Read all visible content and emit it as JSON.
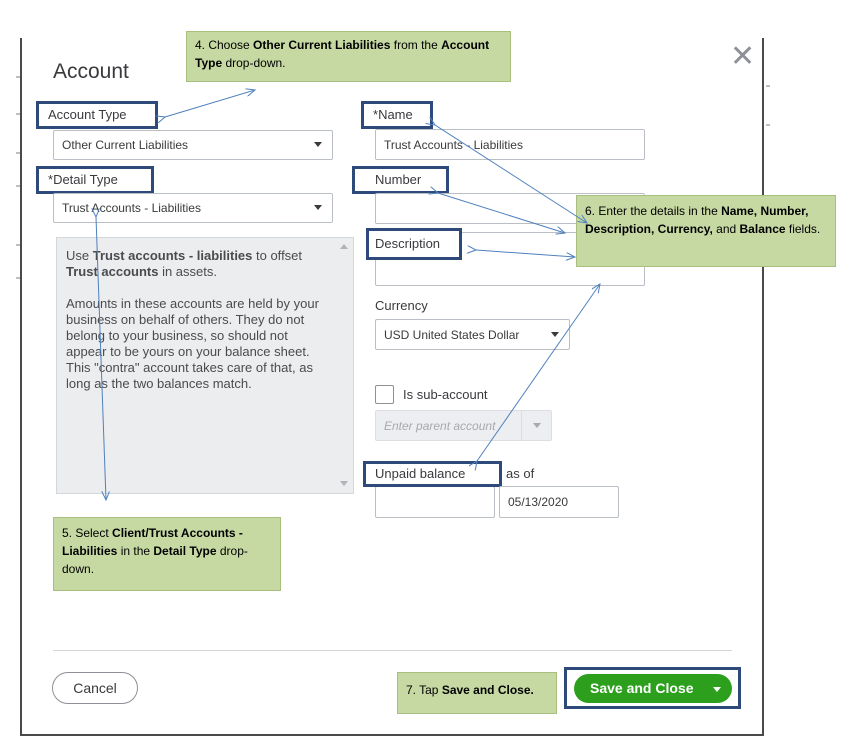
{
  "dialog": {
    "title": "Account",
    "close_icon": "close-icon"
  },
  "left": {
    "account_type_label": "Account Type",
    "account_type_value": "Other Current Liabilities",
    "detail_type_required": "*",
    "detail_type_label": "Detail Type",
    "detail_type_value": "Trust Accounts - Liabilities",
    "help_p1_pre": "Use ",
    "help_p1_bold": "Trust accounts - liabilities",
    "help_p1_mid": " to offset ",
    "help_p1_bold2": "Trust accounts",
    "help_p1_post": " in assets.",
    "help_p2": "Amounts in these accounts are held by your business on behalf of others. They do not belong to your business, so should not appear to be yours on your balance sheet. This \"contra\" account takes care of that, as long as the two balances match."
  },
  "right": {
    "name_required": "*",
    "name_label": "Name",
    "name_value": "Trust Accounts - Liabilities",
    "number_label": "Number",
    "number_value": "",
    "description_label": "Description",
    "description_value": "",
    "currency_label": "Currency",
    "currency_value": "USD United States Dollar",
    "subaccount_label": "Is sub-account",
    "parent_placeholder": "Enter parent account",
    "balance_label": "Unpaid balance",
    "as_of_label": "as of",
    "balance_value": "",
    "date_value": "05/13/2020"
  },
  "callouts": {
    "c4_a": "4. Choose ",
    "c4_b": "Other Current Liabilities",
    "c4_c": " from the ",
    "c4_d": "Account Type",
    "c4_e": " drop-down.",
    "c5_a": "5. Select ",
    "c5_b": "Client/Trust Accounts - Liabilities",
    "c5_c": " in the ",
    "c5_d": "Detail Type",
    "c5_e": " drop-down.",
    "c6_a": "6. Enter the details in the ",
    "c6_b": "Name, Number, Description, Currency,",
    "c6_c": " and ",
    "c6_d": "Balance",
    "c6_e": " fields.",
    "c7_a": "7. Tap ",
    "c7_b": "Save and Close."
  },
  "footer": {
    "cancel_label": "Cancel",
    "save_label": "Save and Close"
  },
  "colors": {
    "highlight_border": "#2e4a7b",
    "callout_bg": "#c6d9a3",
    "save_green": "#2ca01c",
    "arrow": "#4f81bd"
  }
}
